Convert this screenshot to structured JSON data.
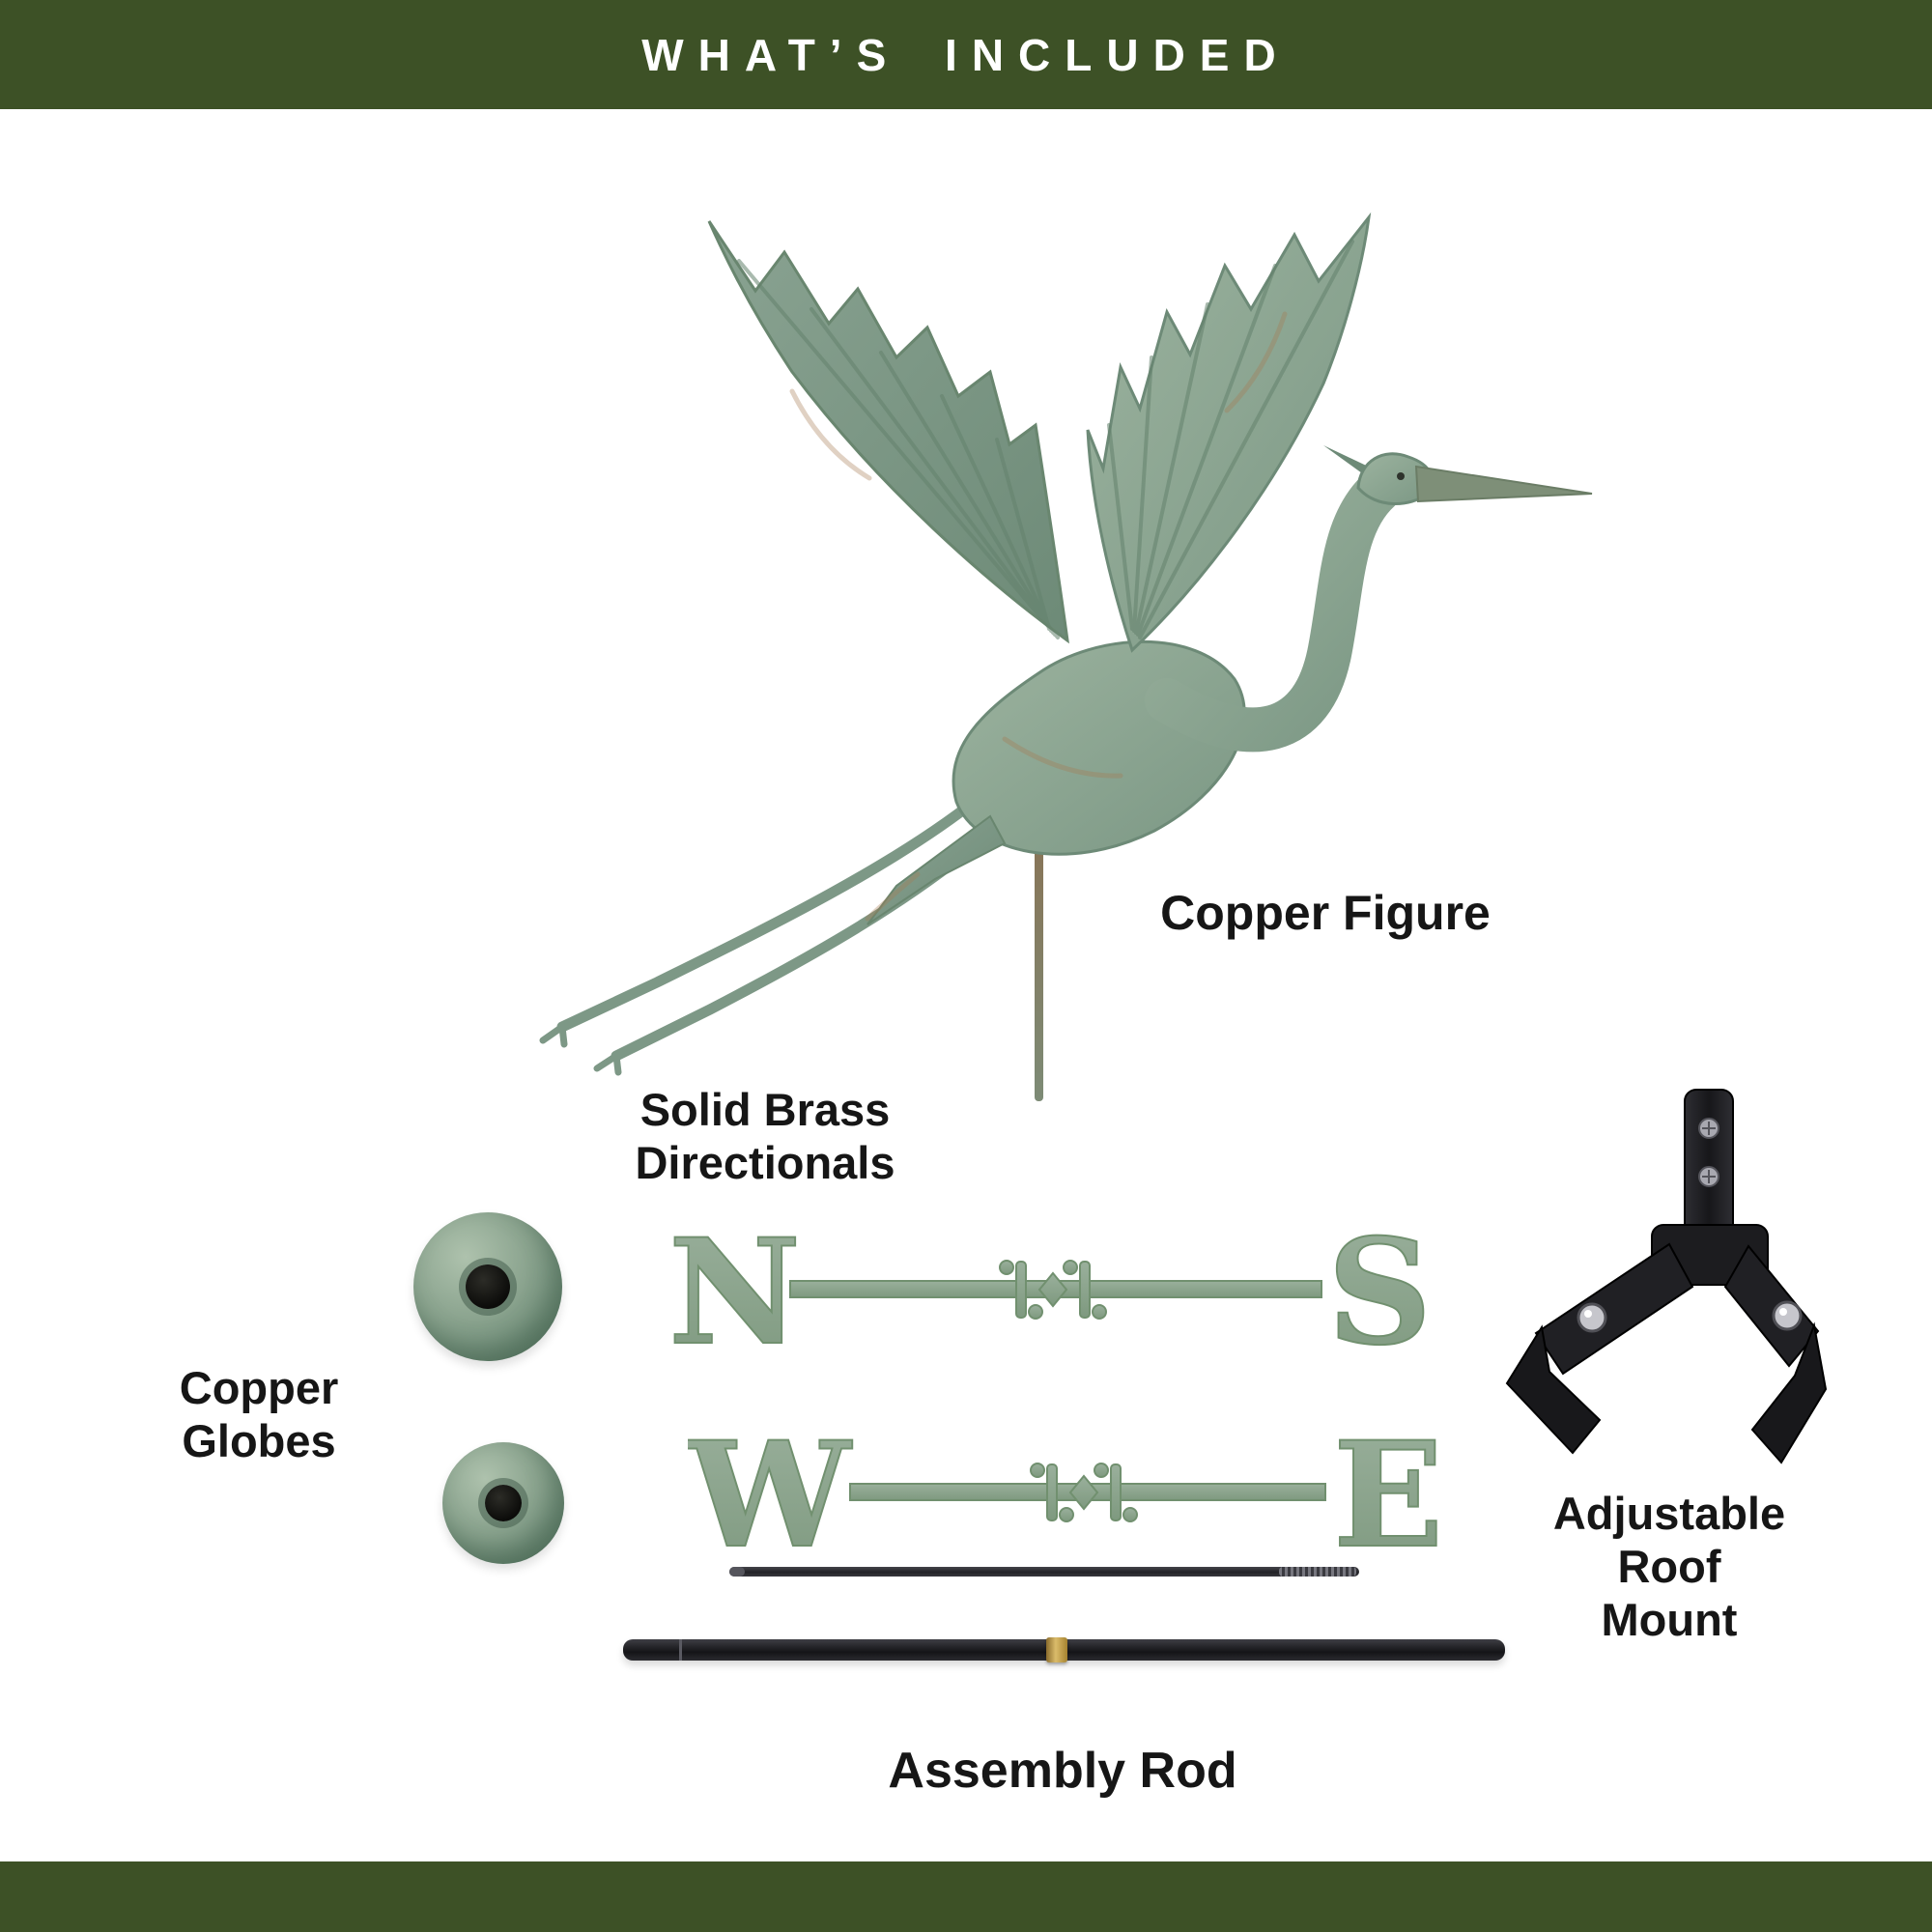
{
  "header": {
    "title": "WHAT’S INCLUDED"
  },
  "parts": {
    "copper_figure": {
      "label": "Copper Figure"
    },
    "directionals": {
      "label_line1": "Solid Brass",
      "label_line2": "Directionals",
      "letters": {
        "north": "N",
        "south": "S",
        "west": "W",
        "east": "E"
      }
    },
    "copper_globes": {
      "label_line1": "Copper",
      "label_line2": "Globes"
    },
    "roof_mount": {
      "label_line1": "Adjustable",
      "label_line2": "Roof",
      "label_line3": "Mount"
    },
    "assembly_rod": {
      "label": "Assembly Rod"
    }
  },
  "colors": {
    "banner_green": "#3d5126",
    "background": "#ffffff",
    "verdigris": "#8aa38e",
    "verdigris_dark": "#6f8d79",
    "copper_accent": "#a57c52",
    "hardware_black": "#1d1d20",
    "brass_collar": "#c9a34a",
    "label_text": "#161616",
    "banner_text": "#ffffff"
  }
}
